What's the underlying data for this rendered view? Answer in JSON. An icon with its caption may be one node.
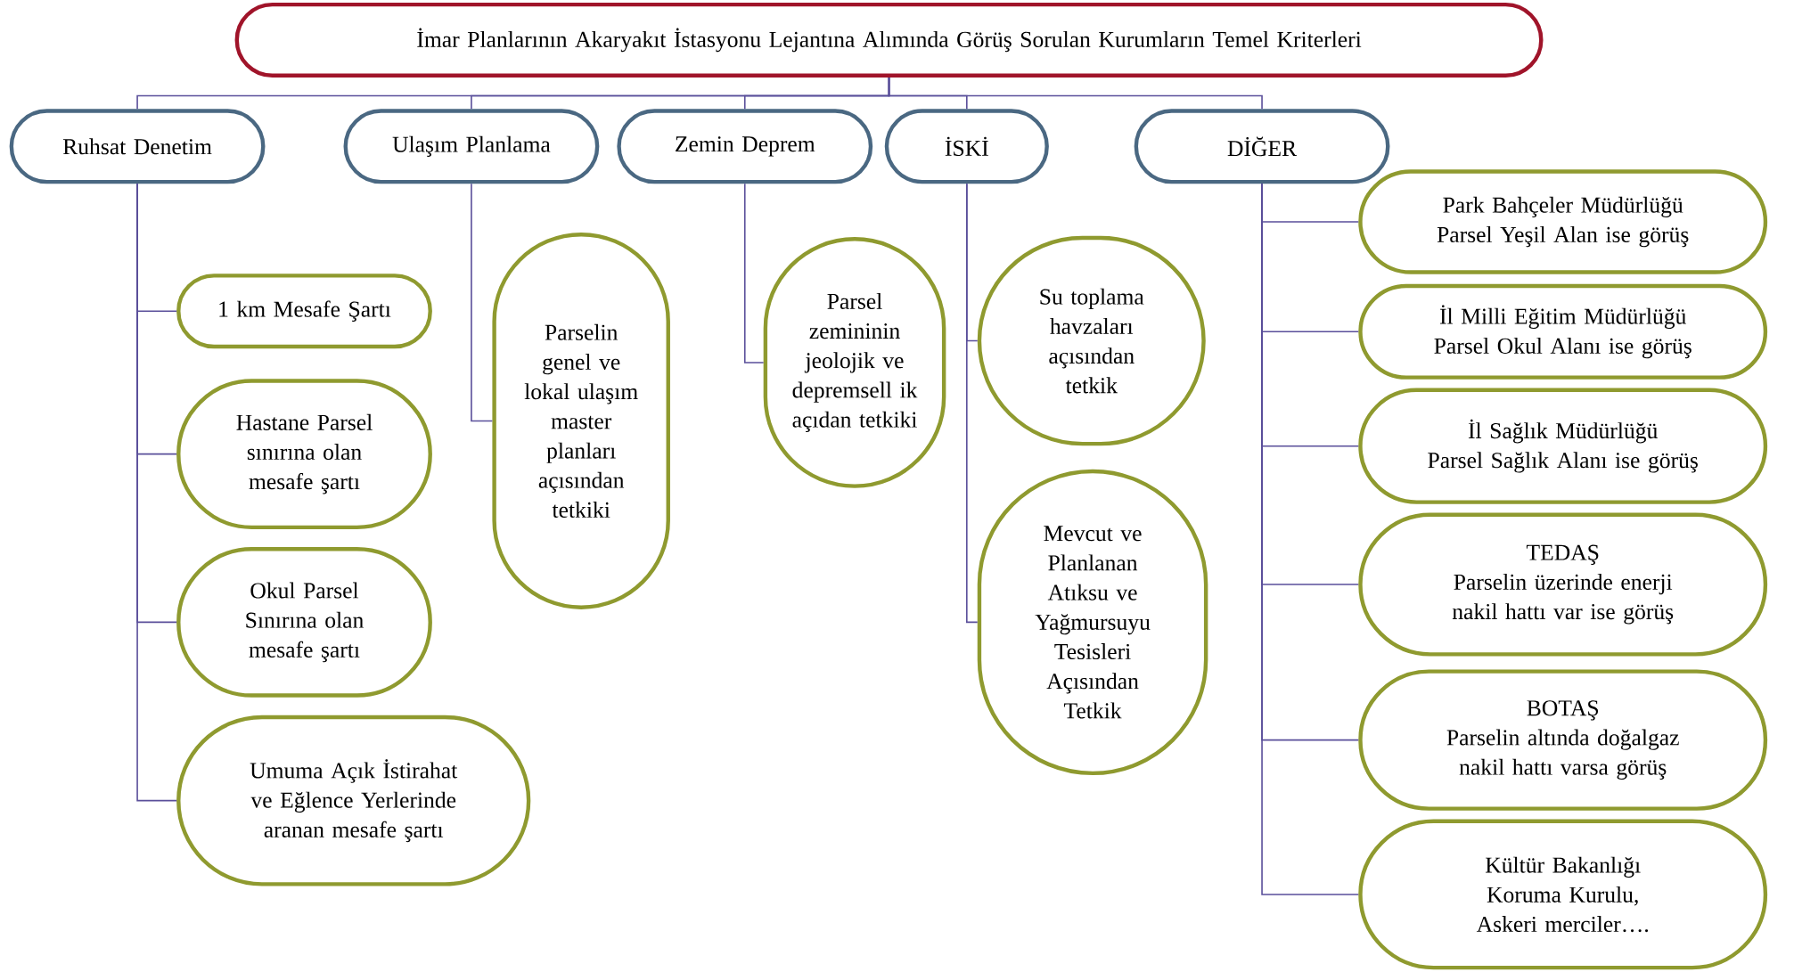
{
  "diagram": {
    "nodes": [
      {
        "text": [
          "İmar Planlarının Akaryakıt İstasyonu Lejantına Alımında Görüş Sorulan Kurumların Temel Kriterleri"
        ]
      },
      {
        "text": [
          "Ruhsat Denetim"
        ]
      },
      {
        "text": [
          "Ulaşım Planlama"
        ]
      },
      {
        "text": [
          "Zemin Deprem"
        ]
      },
      {
        "text": [
          "İSKİ"
        ]
      },
      {
        "text": [
          "DİĞER"
        ]
      },
      {
        "text": [
          "1 km Mesafe Şartı"
        ]
      },
      {
        "text": [
          "Hastane Parsel sınırına olan mesafe şartı"
        ]
      },
      {
        "text": [
          "Okul Parsel Sınırına olan mesafe şartı"
        ]
      },
      {
        "text": [
          "Umuma Açık İstirahat ve Eğlence Yerlerinde aranan mesafe şartı"
        ]
      },
      {
        "text": [
          "Parselin genel ve lokal ulaşım master planları açısından tetkiki"
        ]
      },
      {
        "text": [
          "Parsel zemininin jeolojik ve depremsell ik açıdan tetkiki"
        ]
      },
      {
        "text": [
          "Su toplama havzaları açısından tetkik"
        ]
      },
      {
        "text": [
          "Mevcut ve Planlanan Atıksu ve Yağmursuyu Tesisleri Açısından Tetkik"
        ]
      },
      {
        "text": [
          "Park Bahçeler Müdürlüğü",
          "Parsel Yeşil Alan ise görüş"
        ]
      },
      {
        "text": [
          "İl Milli Eğitim Müdürlüğü",
          "Parsel Okul Alanı ise görüş"
        ]
      },
      {
        "text": [
          "İl Sağlık Müdürlüğü",
          "Parsel Sağlık Alanı ise görüş"
        ]
      },
      {
        "text": [
          "TEDAŞ",
          "Parselin üzerinde enerji nakil hattı var ise görüş"
        ]
      },
      {
        "text": [
          "BOTAŞ",
          "Parselin altında doğalgaz nakil hattı varsa görüş"
        ]
      },
      {
        "text": [
          "Kültür Bakanlığı Koruma Kurulu, Askeri merciler…."
        ]
      }
    ],
    "edges": [
      {
        "from": 0,
        "to": 1,
        "arrow": "none"
      },
      {
        "from": 0,
        "to": 2,
        "arrow": "none"
      },
      {
        "from": 0,
        "to": 3,
        "arrow": "none"
      },
      {
        "from": 0,
        "to": 4,
        "arrow": "none"
      },
      {
        "from": 0,
        "to": 5,
        "arrow": "none"
      },
      {
        "from": 1,
        "to": 6,
        "arrow": "none"
      },
      {
        "from": 1,
        "to": 7,
        "arrow": "none"
      },
      {
        "from": 1,
        "to": 8,
        "arrow": "none"
      },
      {
        "from": 1,
        "to": 9,
        "arrow": "none"
      },
      {
        "from": 2,
        "to": 10,
        "arrow": "none"
      },
      {
        "from": 3,
        "to": 11,
        "arrow": "none"
      },
      {
        "from": 4,
        "to": 12,
        "arrow": "none"
      },
      {
        "from": 4,
        "to": 13,
        "arrow": "none"
      },
      {
        "from": 5,
        "to": 14,
        "arrow": "none"
      },
      {
        "from": 5,
        "to": 15,
        "arrow": "none"
      },
      {
        "from": 5,
        "to": 16,
        "arrow": "none"
      },
      {
        "from": 5,
        "to": 17,
        "arrow": "none"
      },
      {
        "from": 5,
        "to": 18,
        "arrow": "none"
      },
      {
        "from": 5,
        "to": 19,
        "arrow": "none"
      }
    ]
  }
}
